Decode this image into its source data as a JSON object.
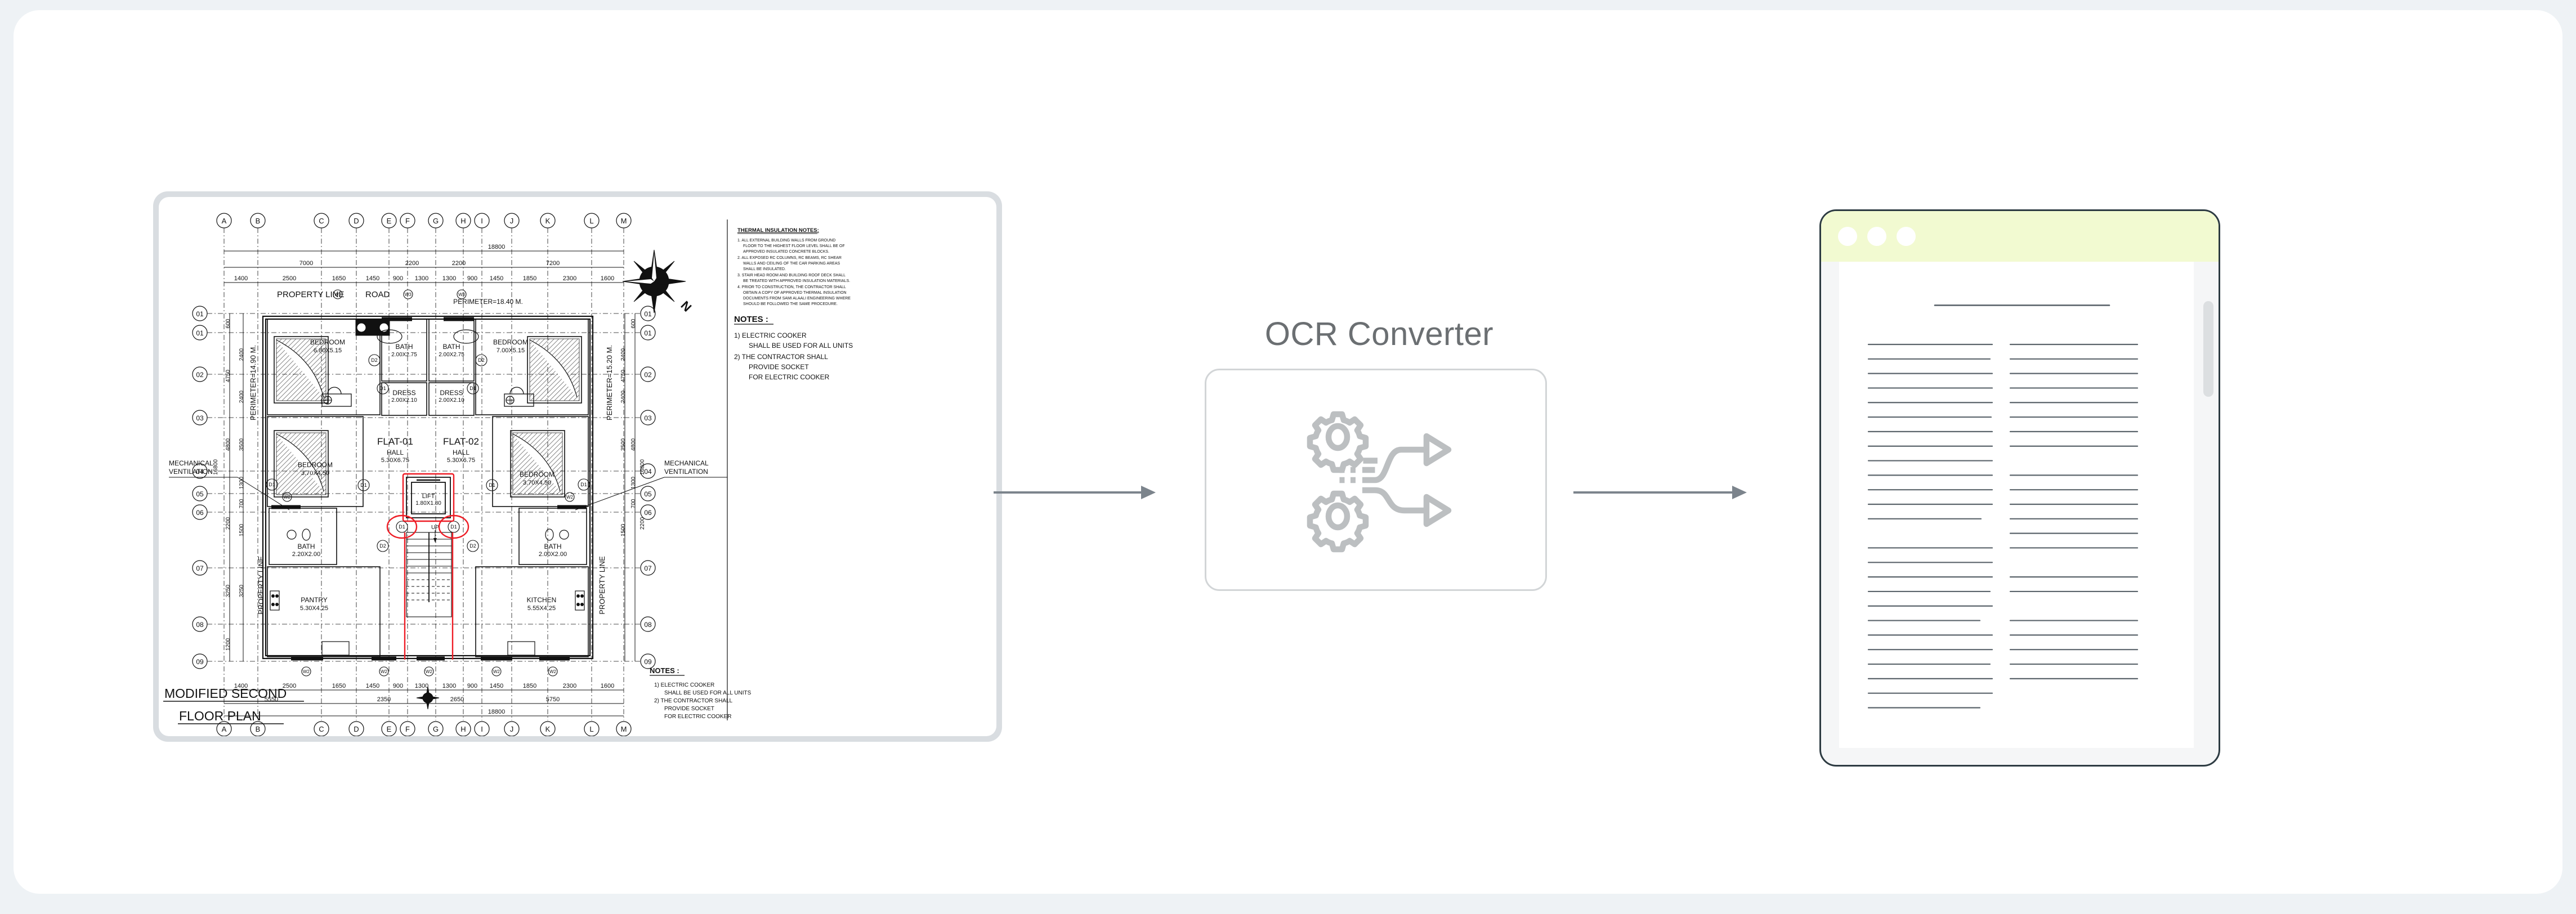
{
  "canvas": {
    "background": "#eef2f5",
    "card_background": "#ffffff"
  },
  "pipeline": {
    "arrows": [
      {
        "name": "arrow-input-to-converter",
        "color": "#7c848c"
      },
      {
        "name": "arrow-converter-to-output",
        "color": "#7c848c"
      }
    ]
  },
  "converter": {
    "title": "OCR Converter",
    "title_color": "#6b6f72",
    "card_border_color": "#d2d5d7",
    "icon_name": "gears-shuffle-arrows-icon",
    "icon_color": "#bcbfc1"
  },
  "output_document": {
    "titlebar_color": "#f2fad1",
    "frame_color": "#2d3b42",
    "page_color": "#ffffff",
    "scrollbar_color": "#dcdfe1",
    "window_dots": [
      "dot-1",
      "dot-2",
      "dot-3"
    ],
    "heading_rule": true,
    "columns": 2,
    "left_column_lines": 20,
    "right_column_lines": 20
  },
  "floor_plan": {
    "frame_color": "#d9dde1",
    "sheet_color": "#ffffff",
    "title_line_1": "MODIFIED SECOND",
    "title_line_2": "FLOOR PLAN",
    "grid_labels_horizontal": [
      "A",
      "B",
      "C",
      "D",
      "E",
      "F",
      "G",
      "H",
      "I",
      "J",
      "K",
      "L",
      "M"
    ],
    "grid_labels_vertical": [
      "01",
      "01",
      "02",
      "03",
      "04",
      "05",
      "06",
      "07",
      "08",
      "09"
    ],
    "overall_dimension_top": "18800",
    "dimension_chain_major_top": [
      "7000",
      "2200",
      "2200",
      "7200"
    ],
    "dimension_chain_minor_top": [
      "1400",
      "2500",
      "1650",
      "1450",
      "900",
      "1300",
      "1300",
      "900",
      "1450",
      "1450",
      "1850",
      "2300",
      "1600"
    ],
    "dimension_chain_minor_bottom": [
      "1400",
      "2500",
      "1650",
      "1450",
      "900",
      "1300",
      "1300",
      "900",
      "1450",
      "1450",
      "1850",
      "2300",
      "1600"
    ],
    "dimension_chain_mid_bottom": [
      "5550",
      "2350",
      "2650",
      "5750"
    ],
    "overall_dimension_bottom": "18800",
    "dimension_chain_left": [
      "600",
      "2400",
      "4750",
      "2400",
      "3500",
      "4800",
      "1300",
      "700",
      "2200",
      "1500",
      "3250",
      "3250",
      "1200",
      "16800"
    ],
    "dimension_chain_right": [
      "600",
      "2400",
      "4750",
      "2400",
      "3500",
      "4800",
      "1300",
      "700",
      "2200",
      "1500",
      "16800"
    ],
    "labels": {
      "property_line_top": "PROPERTY LINE",
      "road": "ROAD",
      "property_line_left": "PROPERTY LINE",
      "property_line_right": "PROPERTY LINE",
      "mechanical_ventilation_left": "MECHANICAL\nVENTILATION",
      "mechanical_ventilation_right": "MECHANICAL\nVENTILATION",
      "perimeter_left": "PERIMETER=14.90  M.",
      "perimeter_top_left": "PERIMETER=18.40  M.",
      "perimeter_right": "PERIMETER=15.20  M.",
      "north_arrow": "N"
    },
    "rooms": [
      {
        "name": "BEDROOM",
        "size": "6.80X5.15",
        "flat": "FLAT-01"
      },
      {
        "name": "BEDROOM",
        "size": "3.70X4.50",
        "flat": "FLAT-01"
      },
      {
        "name": "BATH",
        "size": "2.20X2.00",
        "flat": "FLAT-01"
      },
      {
        "name": "PANTRY",
        "size": "5.30X4.25",
        "flat": "FLAT-01"
      },
      {
        "name": "BATH",
        "size": "2.00X2.75",
        "flat": "FLAT-01"
      },
      {
        "name": "DRESS",
        "size": "2.00X2.10",
        "flat": "FLAT-01"
      },
      {
        "name": "BEDROOM",
        "size": "7.00X5.15",
        "flat": "FLAT-02"
      },
      {
        "name": "BEDROOM",
        "size": "3.70X4.50",
        "flat": "FLAT-02"
      },
      {
        "name": "BATH",
        "size": "2.00X2.00",
        "flat": "FLAT-02"
      },
      {
        "name": "KITCHEN",
        "size": "5.55X4.25",
        "flat": "FLAT-02"
      },
      {
        "name": "BATH",
        "size": "2.00X2.75",
        "flat": "FLAT-02"
      },
      {
        "name": "DRESS",
        "size": "2.00X2.10",
        "flat": "FLAT-02"
      },
      {
        "name": "LIFT",
        "size": "1.80X1.80",
        "flat": "CORE"
      }
    ],
    "flats": [
      {
        "id": "FLAT-01",
        "hall": "HALL",
        "hall_size": "5.30X6.75"
      },
      {
        "id": "FLAT-02",
        "hall": "HALL",
        "hall_size": "5.30X6.75"
      }
    ],
    "stair_label": "UP",
    "door_tags": [
      "D1",
      "D2"
    ],
    "window_tags": [
      "W1",
      "W2",
      "W3"
    ],
    "annotation_color": "#ee1c25",
    "annotations": [
      {
        "name": "lift-shaft-highlight",
        "shape": "rectangle"
      },
      {
        "name": "door-d1-left-highlight",
        "shape": "ellipse"
      },
      {
        "name": "door-d1-right-highlight",
        "shape": "ellipse"
      },
      {
        "name": "stair-wall-highlight",
        "shape": "lines"
      }
    ],
    "thermal_notes": {
      "heading": "THERMAL INSULATION NOTES:",
      "items": [
        "1. ALL EXTERNAL BUILDING WALLS FROM GROUND FLOOR TO THE HIGHEST FLOOR LEVEL SHALL BE OF APPROVED INSULATED CONCRETE BLOCKS.",
        "2. ALL EXPOSED RC COLUMNS, RC BEAMS, RC SHEAR WALLS AND CEILING OF THE CAR PARKING AREAS SHALL BE INSULATED.",
        "3. STAIR HEAD ROOM AND BUILDING ROOF DECK SHALL BE TREATED WITH APPROVED INSULATION MATERIALS.",
        "4. PRIOR TO CONSTRUCTION, THE CONTRACTOR SHALL OBTAIN A COPY OF APPROVED THERMAL INSULATION DOCUMENTS FROM SAMI ALAALI ENGINEERING WHERE SHOULD BE FOLLOWED THE SAME PROCEDURE."
      ]
    },
    "notes_right": {
      "heading": "NOTES :",
      "items": [
        "1)  ELECTRIC  COOKER",
        "SHALL  BE  USED  FOR  ALL  UNITS",
        "2)  THE  CONTRACTOR  SHALL",
        "PROVIDE  SOCKET",
        "FOR  ELECTRIC  COOKER"
      ]
    },
    "notes_bottom": {
      "heading": "NOTES :",
      "items": [
        "1)  ELECTRIC  COOKER",
        "SHALL  BE  USED  FOR  ALL  UNITS",
        "2)  THE  CONTRACTOR  SHALL",
        "PROVIDE  SOCKET",
        "FOR  ELECTRIC  COOKER"
      ]
    }
  }
}
